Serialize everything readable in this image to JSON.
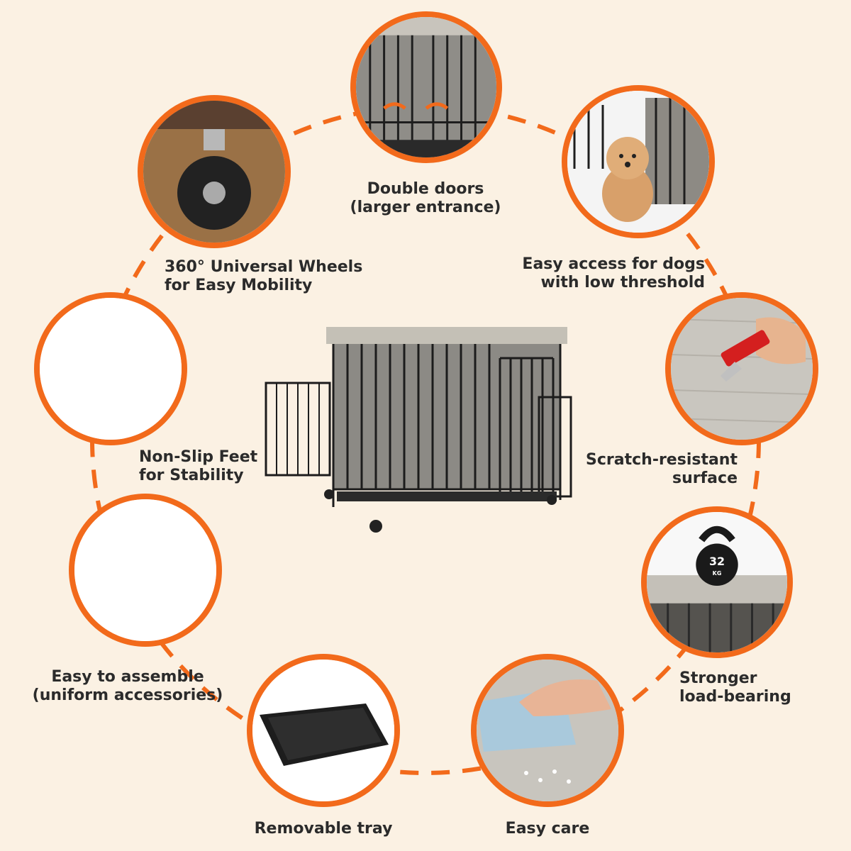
{
  "features": {
    "double_doors": {
      "line1": "Double doors",
      "line2": "(larger entrance)",
      "icon": "double-doors-icon"
    },
    "easy_access": {
      "line1": "Easy access for dogs",
      "line2": "with low threshold",
      "icon": "dog-icon"
    },
    "wheels": {
      "line1": "360° Universal Wheels",
      "line2": "for Easy Mobility",
      "icon": "caster-wheel-icon"
    },
    "scratch": {
      "line1": "Scratch-resistant",
      "line2": "surface",
      "icon": "utility-knife-icon"
    },
    "non_slip": {
      "line1": "Non-Slip Feet",
      "line2": "for Stability",
      "icon": "feet-icon"
    },
    "load_bearing": {
      "line1": "Stronger",
      "line2": "load-bearing",
      "icon": "kettlebell-icon",
      "weight": "32",
      "unit": "KG"
    },
    "assemble": {
      "line1": "Easy to assemble",
      "line2": "(uniform accessories)",
      "icon": "assembly-icon"
    },
    "tray": {
      "line1": "Removable tray",
      "icon": "tray-icon"
    },
    "easy_care": {
      "line1": "Easy care",
      "icon": "cleaning-cloth-icon"
    }
  },
  "colors": {
    "accent": "#f26a1b",
    "background": "#fbf1e3",
    "text": "#2b2b2b"
  },
  "product": {
    "icon": "dog-crate-icon"
  }
}
